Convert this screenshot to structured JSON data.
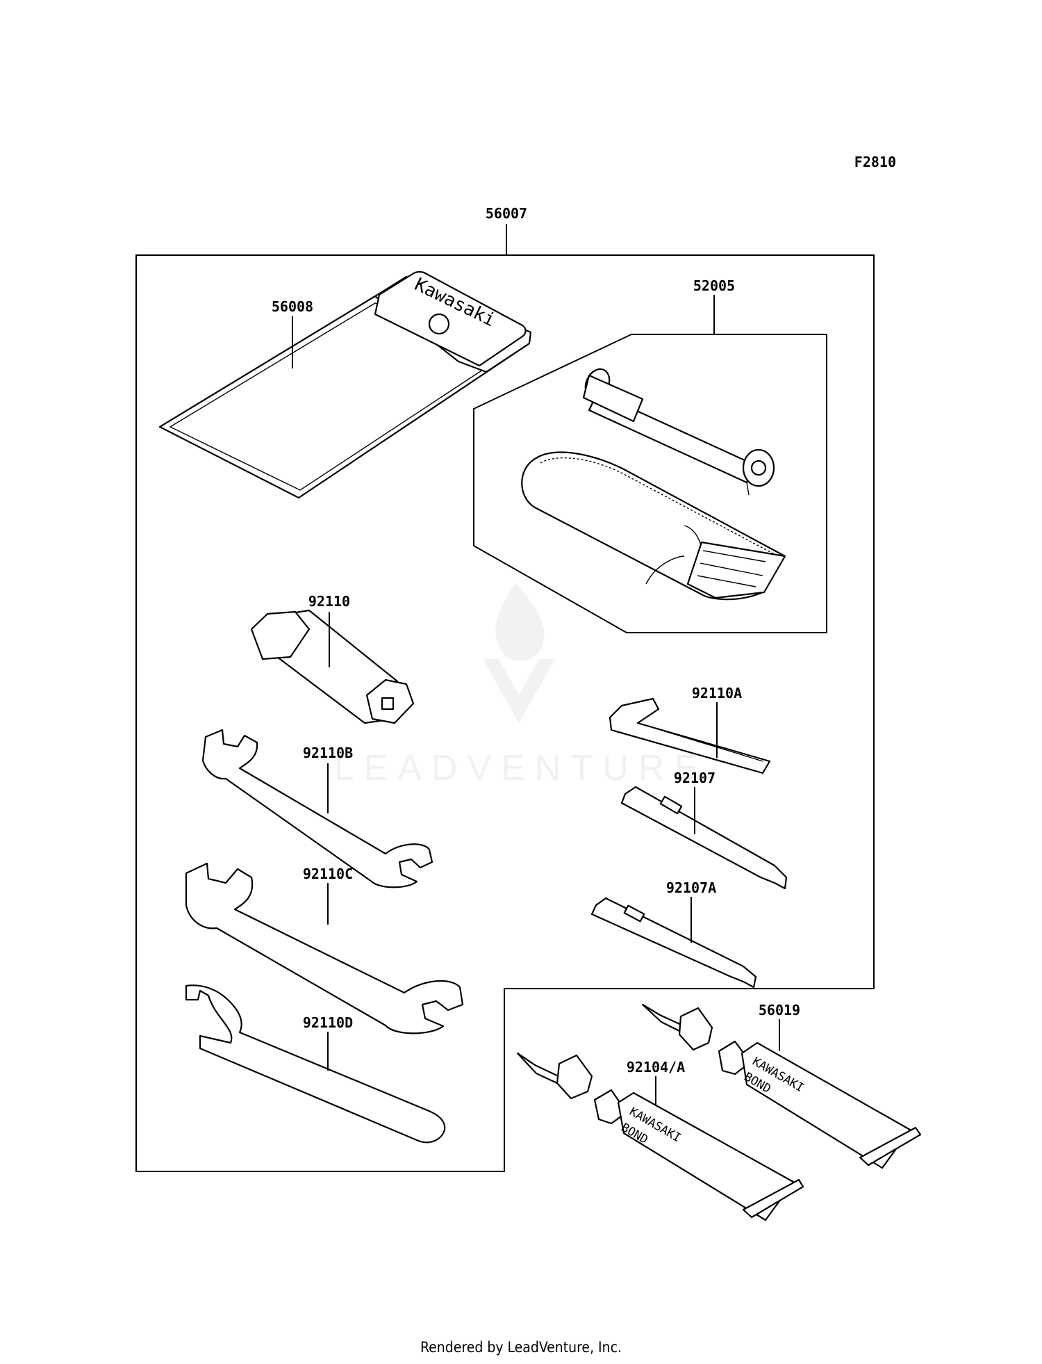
{
  "figure_code": "F2810",
  "watermark": "LEADVENTURE",
  "footer": "Rendered by LeadVenture, Inc.",
  "brand_marks": {
    "pouch": "Kawasaki",
    "tube": "KAWASAKI",
    "tube_sub": "BOND"
  },
  "parts": [
    {
      "id": "56007"
    },
    {
      "id": "56008"
    },
    {
      "id": "52005"
    },
    {
      "id": "92110"
    },
    {
      "id": "92110A"
    },
    {
      "id": "92110B"
    },
    {
      "id": "92107"
    },
    {
      "id": "92110C"
    },
    {
      "id": "92107A"
    },
    {
      "id": "92110D"
    },
    {
      "id": "56019"
    },
    {
      "id": "92104/A"
    }
  ]
}
